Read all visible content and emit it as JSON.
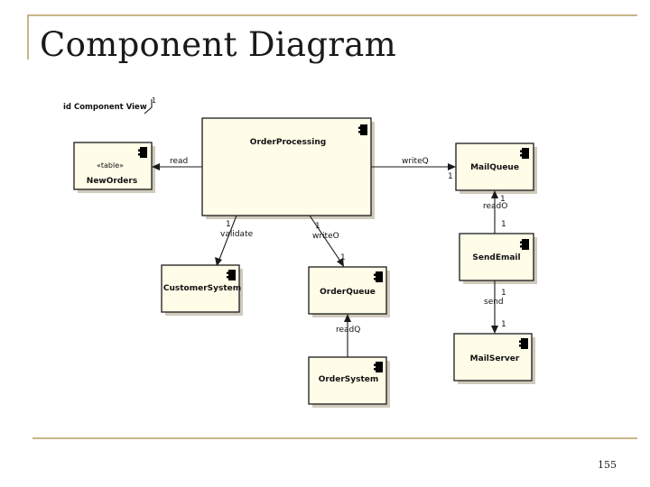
{
  "slide": {
    "title": "Component Diagram",
    "page_number": "155"
  },
  "diagram": {
    "frame_label": "id Component View",
    "components": {
      "order_processing": "OrderProcessing",
      "new_orders_stereotype": "«table»",
      "new_orders": "NewOrders",
      "mail_queue": "MailQueue",
      "customer_system": "CustomerSystem",
      "order_queue": "OrderQueue",
      "send_email": "SendEmail",
      "mail_server": "MailServer",
      "order_system": "OrderSystem"
    },
    "edges": {
      "read": "read",
      "writeQ": "writeQ",
      "validate": "validate",
      "writeO": "writeO",
      "readO": "readO",
      "send": "send",
      "readQ": "readQ"
    },
    "multiplicities": {
      "one": "1"
    }
  }
}
